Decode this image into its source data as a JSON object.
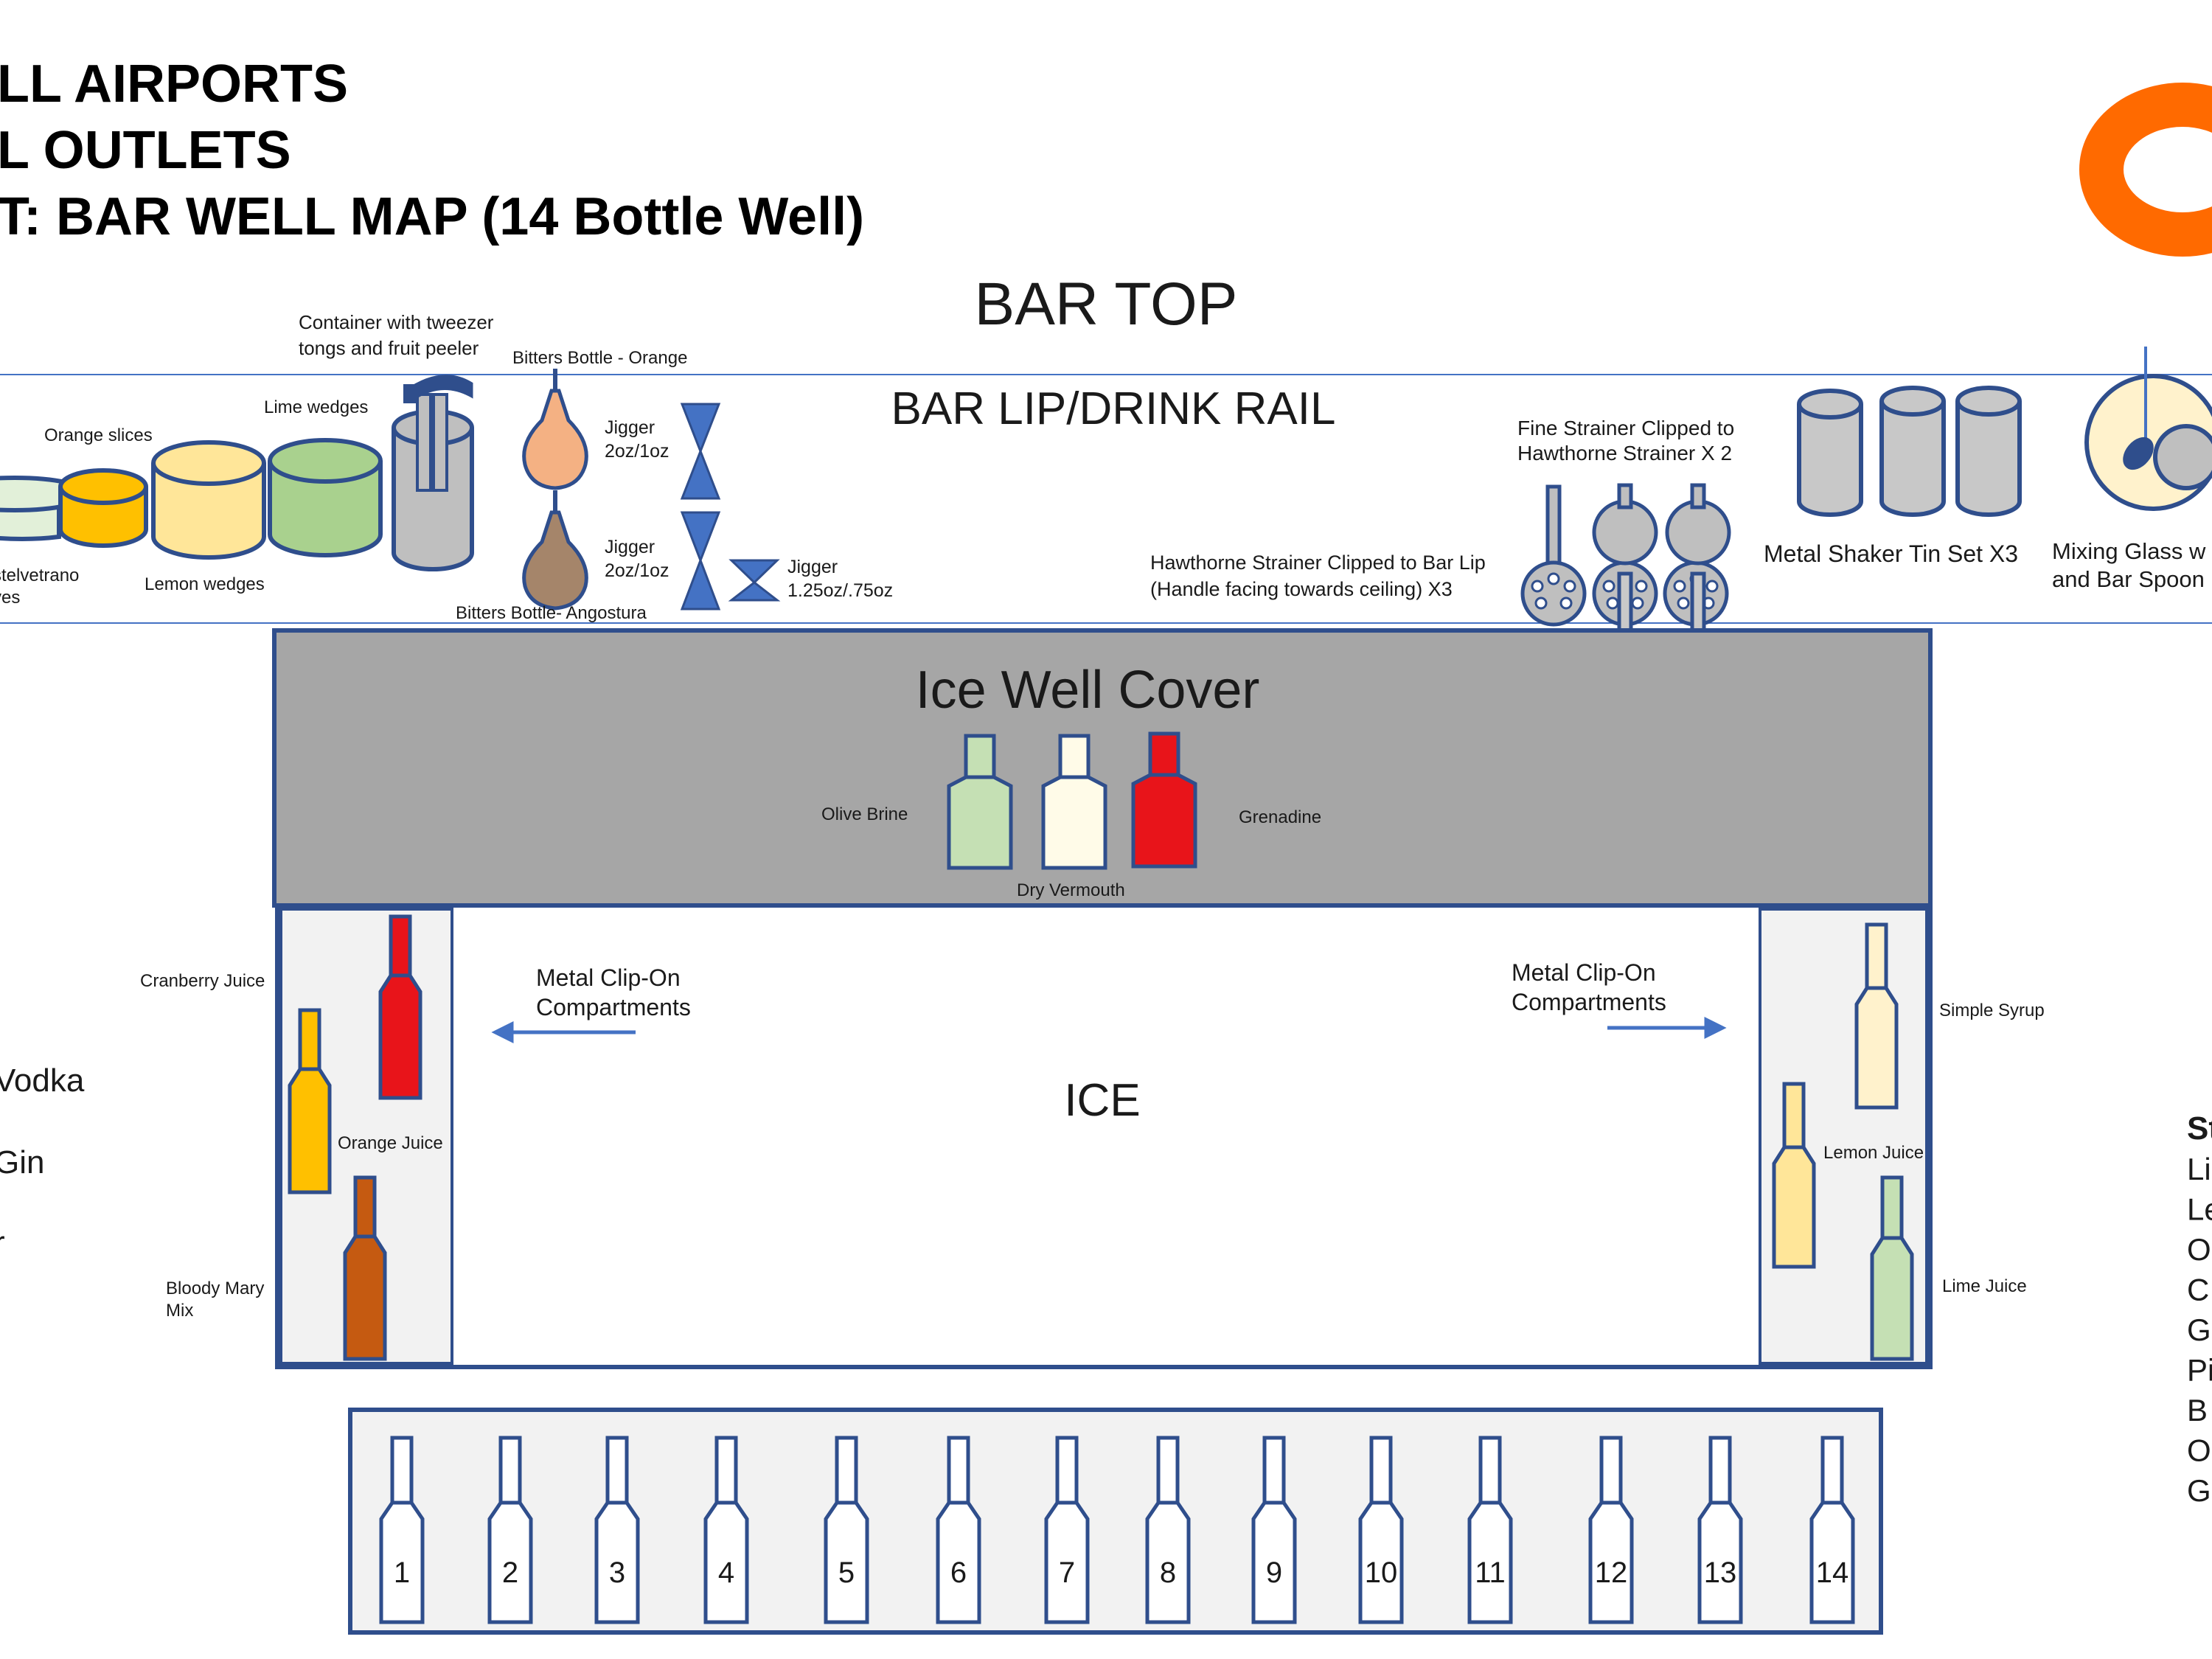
{
  "header": {
    "title_lines": [
      "LL AIRPORTS",
      "L OUTLETS",
      "T: BAR WELL MAP (14 Bottle Well)"
    ],
    "brand_color": "#ff6a00"
  },
  "bar_top": {
    "label": "BAR TOP"
  },
  "bar_lip": {
    "label": "BAR LIP/DRINK RAIL",
    "items": {
      "castelvetrano": [
        "stelvetrano",
        "ves"
      ],
      "orange_slices": "Orange slices",
      "lemon_wedges": "Lemon wedges",
      "lime_wedges": "Lime wedges",
      "container": [
        "Container with tweezer",
        "tongs and fruit peeler"
      ],
      "bitters_orange": "Bitters Bottle - Orange",
      "bitters_angostura": "Bitters Bottle- Angostura",
      "jigger_top": [
        "Jigger",
        "2oz/1oz"
      ],
      "jigger_mid": [
        "Jigger",
        "2oz/1oz"
      ],
      "jigger_small": [
        "Jigger",
        "1.25oz/.75oz"
      ],
      "fine_strainer": [
        "Fine Strainer Clipped to",
        "Hawthorne Strainer X 2"
      ],
      "hawthorne": [
        "Hawthorne Strainer Clipped to Bar Lip",
        "(Handle facing towards ceiling) X3"
      ],
      "shaker": "Metal Shaker Tin Set X3",
      "mixing_glass": [
        "Mixing Glass w",
        "and Bar Spoon"
      ]
    }
  },
  "ice_well_cover": {
    "label": "Ice Well Cover",
    "bottles": {
      "olive_brine": "Olive Brine",
      "dry_vermouth": "Dry Vermouth",
      "grenadine": "Grenadine"
    }
  },
  "ice": {
    "label": "ICE",
    "left_note": [
      "Metal Clip-On",
      "Compartments"
    ],
    "right_note": [
      "Metal Clip-On",
      "Compartments"
    ],
    "left_compartment": {
      "cranberry": "Cranberry Juice",
      "orange": "Orange Juice",
      "bloody_mary": [
        "Bloody Mary",
        "Mix"
      ]
    },
    "right_compartment": {
      "simple_syrup": "Simple Syrup",
      "lemon": "Lemon Juice",
      "lime": "Lime Juice"
    }
  },
  "left_list": [
    "Vodka",
    "Gin",
    "r"
  ],
  "right_list": {
    "heading": "St",
    "items": [
      "Li",
      "Le",
      "O",
      "C",
      "G",
      "Pi",
      "B",
      "O",
      "G"
    ]
  },
  "speed_rail": {
    "numbers": [
      "1",
      "2",
      "3",
      "4",
      "5",
      "6",
      "7",
      "8",
      "9",
      "10",
      "11",
      "12",
      "13",
      "14"
    ]
  },
  "colors": {
    "outline": "#2f4e8c",
    "line_blue": "#4472c4",
    "grey_cover": "#a6a6a6",
    "compartment_fill": "#f2f2f2",
    "cranberry": "#e8141a",
    "orange_juice": "#ffc000",
    "bloody_mary": "#c55a11",
    "olive_brine": "#c5e0b4",
    "dry_vermouth": "#fffbe8",
    "grenadine": "#e8141a",
    "simple_syrup": "#fff2cc",
    "lemon_juice": "#ffe699",
    "lime_juice": "#c5e0b4",
    "bitters_orange": "#f4b183",
    "bitters_angostura": "#a5856a",
    "castelvetrano": "#e2f0d9",
    "orange_slices": "#ffc000",
    "lemon_wedges": "#ffe699",
    "lime_wedges": "#a9d18e",
    "container": "#bfbfbf",
    "shaker": "#c8c8c8",
    "mixing_glass": "#fff2cc"
  }
}
